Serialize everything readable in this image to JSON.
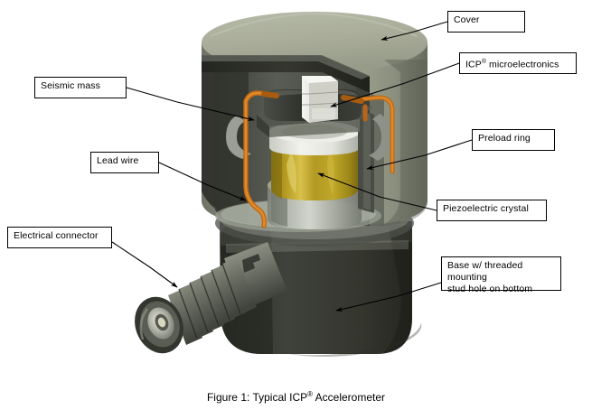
{
  "figure": {
    "caption_prefix": "Figure 1: Typical ICP",
    "caption_registered": "®",
    "caption_suffix": " Accelerometer",
    "caption_full": "Figure 1: Typical ICP® Accelerometer",
    "subject": "cutaway-icp-accelerometer",
    "background_color": "#ffffff"
  },
  "callouts": [
    {
      "id": "cover",
      "label": "Cover",
      "points_to": "cover-top-surface"
    },
    {
      "id": "microelectronics",
      "label": "ICP® microelectronics",
      "label_prefix": "ICP",
      "label_registered": "®",
      "label_suffix": " microelectronics",
      "points_to": "ic-chip-module"
    },
    {
      "id": "seismic-mass",
      "label": "Seismic mass",
      "points_to": "seismic-mass-block"
    },
    {
      "id": "preload-ring",
      "label": "Preload ring",
      "points_to": "preload-ring-sleeve"
    },
    {
      "id": "lead-wire",
      "label": "Lead wire",
      "points_to": "orange-lead-wire"
    },
    {
      "id": "piezoelectric-crystal",
      "label": "Piezoelectric crystal",
      "points_to": "gold-crystal-cylinder"
    },
    {
      "id": "electrical-connector",
      "label": "Electrical connector",
      "points_to": "threaded-coax-connector"
    },
    {
      "id": "base",
      "label": "Base w/ threaded mounting\nstud hole on bottom",
      "label_line1": "Base w/ threaded mounting",
      "label_line2": "stud hole on bottom",
      "points_to": "base-block"
    }
  ],
  "colors": {
    "cover_top": "#a8ac99",
    "cover_body": "#8d9280",
    "cover_shadow_inner": "#2f312c",
    "interior_wall": "#54584f",
    "crystal_gold": "#b2991e",
    "crystal_gold_light": "#cbb23a",
    "crystal_gold_dark": "#8e7a17",
    "lead_wire_orange": "#d4741a",
    "lead_wire_copper": "#b35c12",
    "ic_chip": "#e8e8e4",
    "mass_dark": "#3a3c38",
    "base_block": "#3b3e37",
    "connector_metal": "#6f7368",
    "connector_dark": "#41443d",
    "connector_center": "#d8d6c2",
    "steel_light": "#b9bcb3",
    "steel_mid": "#8f938a",
    "leader_line": "#000000",
    "callout_border": "#000000",
    "callout_fill": "#ffffff",
    "text": "#000000"
  }
}
